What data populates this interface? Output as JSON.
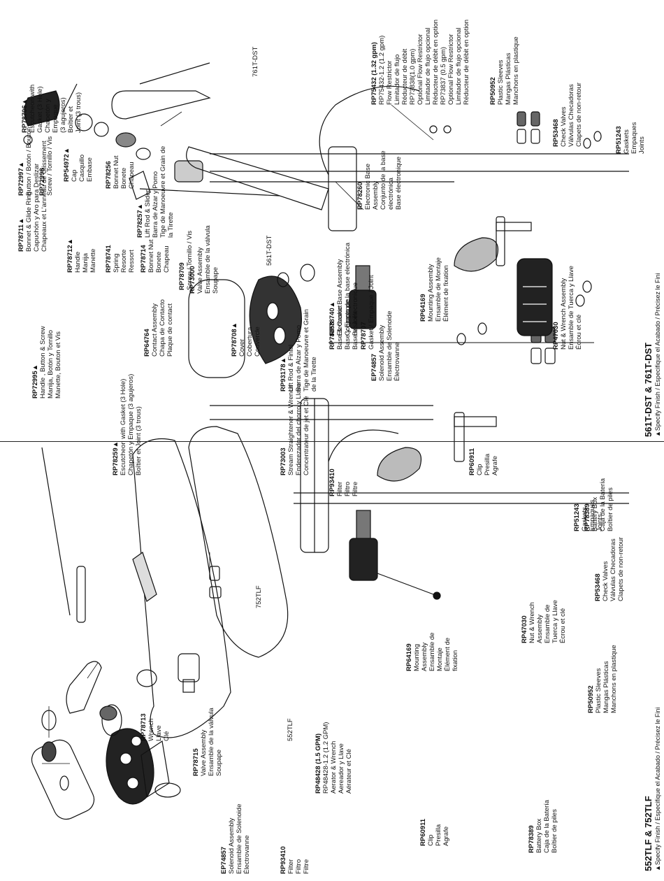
{
  "footnote_symbol": "▲",
  "left_panel": {
    "title": "552TLF & 752TLF",
    "footnote": "▲Specify Finish / Especifique el Acabado / Précisez le Fini",
    "model_labels": [
      "752TLF",
      "552TLF"
    ],
    "parts": [
      {
        "id": "rp78706",
        "lines": [
          "RP78706▲",
          "Escutcheon with",
          "Gasket (3 Hole)",
          "Chapetón y",
          "Empaque",
          "(3 agujeros)",
          "Boîtier et",
          "Joint (3 trous)"
        ]
      },
      {
        "id": "rp78711",
        "lines": [
          "RP78711▲",
          "Bonnet & Glide Ring",
          "Capuchón y Aro para Deslizar",
          "Chapeaux et L'anneau de Glissement"
        ]
      },
      {
        "id": "rp78712",
        "lines": [
          "RP78712▲",
          "Handle",
          "Manija",
          "Manette"
        ]
      },
      {
        "id": "rp78741",
        "lines": [
          "RP78741",
          "Spring",
          "Resorte",
          "Ressort"
        ]
      },
      {
        "id": "rp78714",
        "lines": [
          "RP78714",
          "Bonnet Nut",
          "Bonete",
          "Chapeau"
        ]
      },
      {
        "id": "rp78713",
        "lines": [
          "RP78713",
          "Wrench",
          "Llave",
          "Clé"
        ]
      },
      {
        "id": "rp78709",
        "lines": [
          "RP78709",
          "Screw / Tornillo / Vis"
        ]
      },
      {
        "id": "rp78715",
        "lines": [
          "RP78715",
          "Valve Assembly",
          "Ensamble de la válvula",
          "Soupape"
        ]
      },
      {
        "id": "rp78708",
        "lines": [
          "RP78708▲",
          "Cover",
          "Cobertura",
          "Couvercle"
        ]
      },
      {
        "id": "rp93178",
        "lines": [
          "RP93178▲",
          "Lift Rod & Finial",
          "Barra de Alzar y Pomo",
          "Tige de Manoeuvre et Grain",
          "de la Tirette"
        ]
      },
      {
        "id": "rp48428",
        "lines": [
          "RP48428 (1.5 GPM)",
          "RP48428-1.2 (1.2 GPM)",
          "Aerator & Wrench",
          "Aereador y Llave",
          "Aérateur et Clé"
        ]
      },
      {
        "id": "rp78740",
        "lines": [
          "RP78740▲",
          "Electronic Base Assembly",
          "Conjunto de la base electrónica",
          "Base électronique"
        ]
      },
      {
        "id": "rp78707",
        "lines": [
          "RP78707",
          "Gasket / Empaque / Joint"
        ]
      },
      {
        "id": "rp64169",
        "lines": [
          "RP64169",
          "Mounting",
          "Assembly",
          "Ensamble de",
          "Montaje",
          "Élément de",
          "fixation"
        ]
      },
      {
        "id": "rp47030",
        "lines": [
          "RP47030",
          "Nut & Wrench",
          "Assembly",
          "Ensamble de",
          "Tuerca y Llave",
          "Écrou et clé"
        ]
      },
      {
        "id": "rp50952",
        "lines": [
          "RP50952",
          "Plastic Sleeves",
          "Mangas Plásticas",
          "Manchons en plastique"
        ]
      },
      {
        "id": "rp53468",
        "lines": [
          "RP53468",
          "Check Valves",
          "Válvulas Checadoras",
          "Clapets de non-retour"
        ]
      },
      {
        "id": "rp51243",
        "lines": [
          "RP51243",
          "Gaskets",
          "Empaques",
          "Joints"
        ]
      },
      {
        "id": "ep74857",
        "lines": [
          "EP74857",
          "Solenoid Assembly",
          "Ensamble de Solenoide",
          "Électrovanne"
        ]
      },
      {
        "id": "rp93410",
        "lines": [
          "RP93410",
          "Filter",
          "Filtro",
          "Filtre"
        ]
      },
      {
        "id": "rp60911",
        "lines": [
          "RP60911",
          "Clip",
          "Presilla",
          "Agrafe"
        ]
      },
      {
        "id": "rp78389",
        "lines": [
          "RP78389",
          "Battery Box",
          "Caja de la Batería",
          "Boîtier de piles"
        ]
      }
    ]
  },
  "right_panel": {
    "title": "561T-DST & 761T-DST",
    "footnote": "▲Specify Finish / Especifique el Acabado / Précisez le Fini",
    "model_labels": [
      "761T-DST",
      "561T-DST"
    ],
    "parts": [
      {
        "id": "rp72997",
        "lines": [
          "RP72997▲",
          "Button / Botón / Bouton"
        ]
      },
      {
        "id": "rp72998",
        "lines": [
          "RP72998",
          "Screw / Tornillo / Vis"
        ]
      },
      {
        "id": "rp54972",
        "lines": [
          "RP54972▲",
          "Cap",
          "Casquillo",
          "Embase"
        ]
      },
      {
        "id": "rp78256",
        "lines": [
          "RP78256",
          "Bonnet Nut",
          "Bonete",
          "Chapeau"
        ]
      },
      {
        "id": "rp78257",
        "lines": [
          "RP78257▲",
          "Lift Rod & Slider",
          "Barra de Alzar y Pomo",
          "Tige de Manoeuvre et Grain de",
          "la Tirette"
        ]
      },
      {
        "id": "rp72995",
        "lines": [
          "RP72995▲",
          "Handle , Button & Screw",
          "Manija, Botón y Tornillo",
          "Manette, Bouton et Vis"
        ]
      },
      {
        "id": "rp64764",
        "lines": [
          "RP64764",
          "Contact Assembly",
          "Chapa de Contacto",
          "Plaque de contact"
        ]
      },
      {
        "id": "rp73000",
        "lines": [
          "RP73000",
          "Valve Assembly",
          "Ensamble de la válvula",
          "Soupape"
        ]
      },
      {
        "id": "rp78259",
        "lines": [
          "RP78259▲",
          "Escutcheon with Gasket (3 Hole)",
          "Chapetón y Empaque (3 agujeros)",
          "Boîtier et Joint (3 trous)"
        ]
      },
      {
        "id": "rp73003",
        "lines": [
          "RP73003",
          "Stream Straightener & Wrench",
          "Enderezador del chorro y Llave",
          "Concentrateur de jet et Clé"
        ]
      },
      {
        "id": "rp78260",
        "lines": [
          "RP78260",
          "Electronic Base",
          "Assembly",
          "Conjunto de la base",
          "electrónica",
          "Base électronique"
        ]
      },
      {
        "id": "rp78258",
        "lines": [
          "RP78258",
          "Base & Gasket",
          "Base y Empaque",
          "Base et Joint"
        ]
      },
      {
        "id": "ep74857",
        "lines": [
          "EP74857",
          "Solenoid Assembly",
          "Ensamble de Solenoide",
          "Électrovanne"
        ]
      },
      {
        "id": "rp64169",
        "lines": [
          "RP64169",
          "Mounting Assembly",
          "Ensamble de Montaje",
          "Élément de fixation"
        ]
      },
      {
        "id": "rp47030",
        "lines": [
          "RP47030",
          "Nut & Wrench Assembly",
          "Ensamble de Tuerca y Llave",
          "Écrou et clé"
        ]
      },
      {
        "id": "rp93410",
        "lines": [
          "RP93410",
          "Filter",
          "Filtro",
          "Filtre"
        ]
      },
      {
        "id": "rp60911",
        "lines": [
          "RP60911",
          "Clip",
          "Presilla",
          "Agrafe"
        ]
      },
      {
        "id": "rp78389",
        "lines": [
          "RP78389",
          "Battery Box",
          "Caja de la Batería",
          "Boîtier de piles"
        ]
      },
      {
        "id": "rp75432",
        "lines": [
          "RP75432 (1.32 gpm)",
          "RP75432-1.2 (1.2 gpm)",
          "Flow Restrictor",
          "Limitador de flujo",
          "Réducteur de débit",
          "RP73838(1.0 gpm)",
          "Optional Flow Restrictor",
          "Limitador de flujo opcional",
          "Réducteur de débit en option",
          "RP73837 (0.5 gpm)",
          "Optional Flow Restrictor",
          "Limitador de flujo opcional",
          "Réducteur de débit en option"
        ]
      },
      {
        "id": "rp50952",
        "lines": [
          "RP50952",
          "Plastic Sleeves",
          "Mangas Plásticas",
          "Manchons en plastique"
        ]
      },
      {
        "id": "rp53468",
        "lines": [
          "RP53468",
          "Check Valves",
          "Válvulas Checadoras",
          "Clapets de non-retour"
        ]
      },
      {
        "id": "rp51243",
        "lines": [
          "RP51243",
          "Gaskets",
          "Empaques",
          "Joints"
        ]
      }
    ]
  }
}
